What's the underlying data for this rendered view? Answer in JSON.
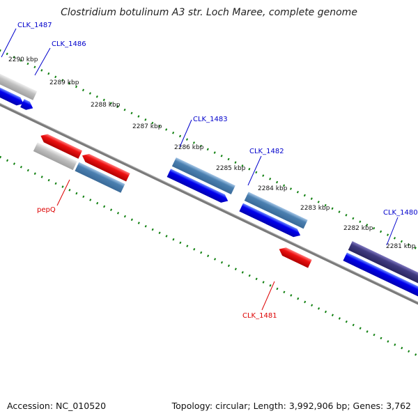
{
  "title": "Clostridium botulinum A3 str. Loch Maree, complete genome",
  "accession_label": "Accession: NC_010520",
  "topology_label": "Topology: circular; Length: 3,992,906 bp; Genes: 3,762",
  "ticks": [
    "2290 kbp",
    "2289 kbp",
    "2288 kbp",
    "2287 kbp",
    "2286 kbp",
    "2285 kbp",
    "2284 kbp",
    "2283 kbp",
    "2282 kbp",
    "2281 kbp"
  ],
  "genes": [
    {
      "name": "CLK_1487",
      "strand": "forward",
      "color": "#0000ee"
    },
    {
      "name": "CLK_1486",
      "strand": "forward",
      "color": "#0000ee"
    },
    {
      "name": "CLK_1483",
      "strand": "forward",
      "color": "#0000ee"
    },
    {
      "name": "CLK_1482",
      "strand": "forward",
      "color": "#0000ee"
    },
    {
      "name": "CLK_1480",
      "strand": "forward",
      "color": "#0000ee"
    },
    {
      "name": "pepQ",
      "strand": "reverse",
      "color": "#ee0000"
    },
    {
      "name": "CLK_1481",
      "strand": "reverse",
      "color": "#ee0000"
    }
  ],
  "colors": {
    "forward_cds": "#0000ee",
    "reverse_cds": "#ee1111",
    "gene_steelblue": "#4a7fb0",
    "gene_gray": "#c0c0c0",
    "gene_purple": "#3f3a80",
    "backbone": "#7a7a7a",
    "gc_dots": "#108010"
  }
}
